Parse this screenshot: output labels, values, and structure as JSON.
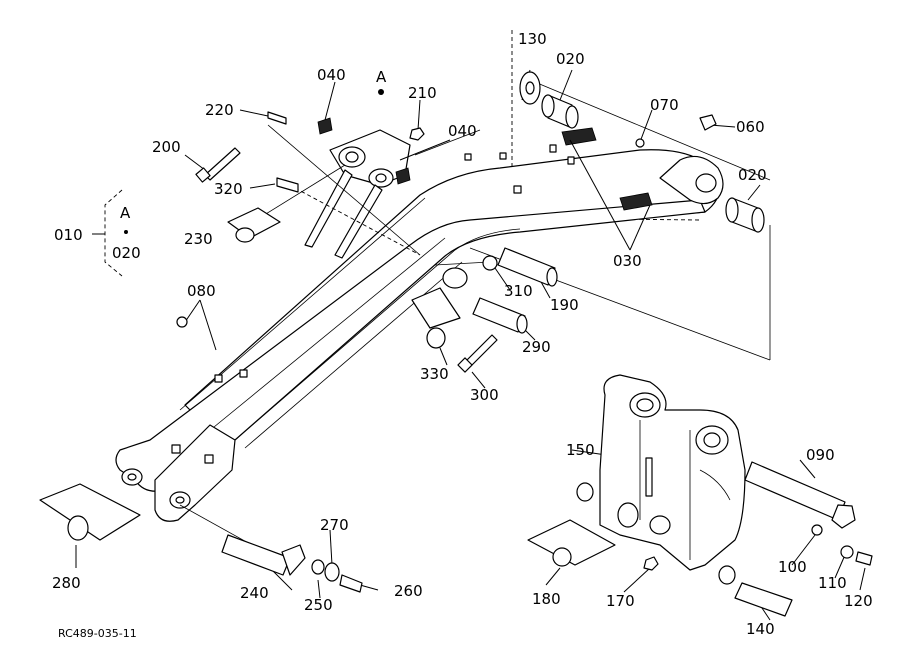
{
  "drawing_code": "RC489-035-11",
  "detail_marker": "A",
  "group_label": {
    "number": "010",
    "top": "A",
    "bottom": "020"
  },
  "callouts": [
    {
      "id": "c130",
      "text": "130"
    },
    {
      "id": "c020a",
      "text": "020"
    },
    {
      "id": "c040a",
      "text": "040"
    },
    {
      "id": "c210",
      "text": "210"
    },
    {
      "id": "c220",
      "text": "220"
    },
    {
      "id": "c040b",
      "text": "040"
    },
    {
      "id": "c070",
      "text": "070"
    },
    {
      "id": "c060",
      "text": "060"
    },
    {
      "id": "c200",
      "text": "200"
    },
    {
      "id": "c320",
      "text": "320"
    },
    {
      "id": "c020b",
      "text": "020"
    },
    {
      "id": "c230",
      "text": "230"
    },
    {
      "id": "c030",
      "text": "030"
    },
    {
      "id": "c080",
      "text": "080"
    },
    {
      "id": "c310",
      "text": "310"
    },
    {
      "id": "c190",
      "text": "190"
    },
    {
      "id": "c290",
      "text": "290"
    },
    {
      "id": "c330",
      "text": "330"
    },
    {
      "id": "c300",
      "text": "300"
    },
    {
      "id": "c150",
      "text": "150"
    },
    {
      "id": "c090",
      "text": "090"
    },
    {
      "id": "c270",
      "text": "270"
    },
    {
      "id": "c280",
      "text": "280"
    },
    {
      "id": "c240",
      "text": "240"
    },
    {
      "id": "c250",
      "text": "250"
    },
    {
      "id": "c260",
      "text": "260"
    },
    {
      "id": "c100",
      "text": "100"
    },
    {
      "id": "c110",
      "text": "110"
    },
    {
      "id": "c120",
      "text": "120"
    },
    {
      "id": "c180",
      "text": "180"
    },
    {
      "id": "c170",
      "text": "170"
    },
    {
      "id": "c140",
      "text": "140"
    }
  ]
}
